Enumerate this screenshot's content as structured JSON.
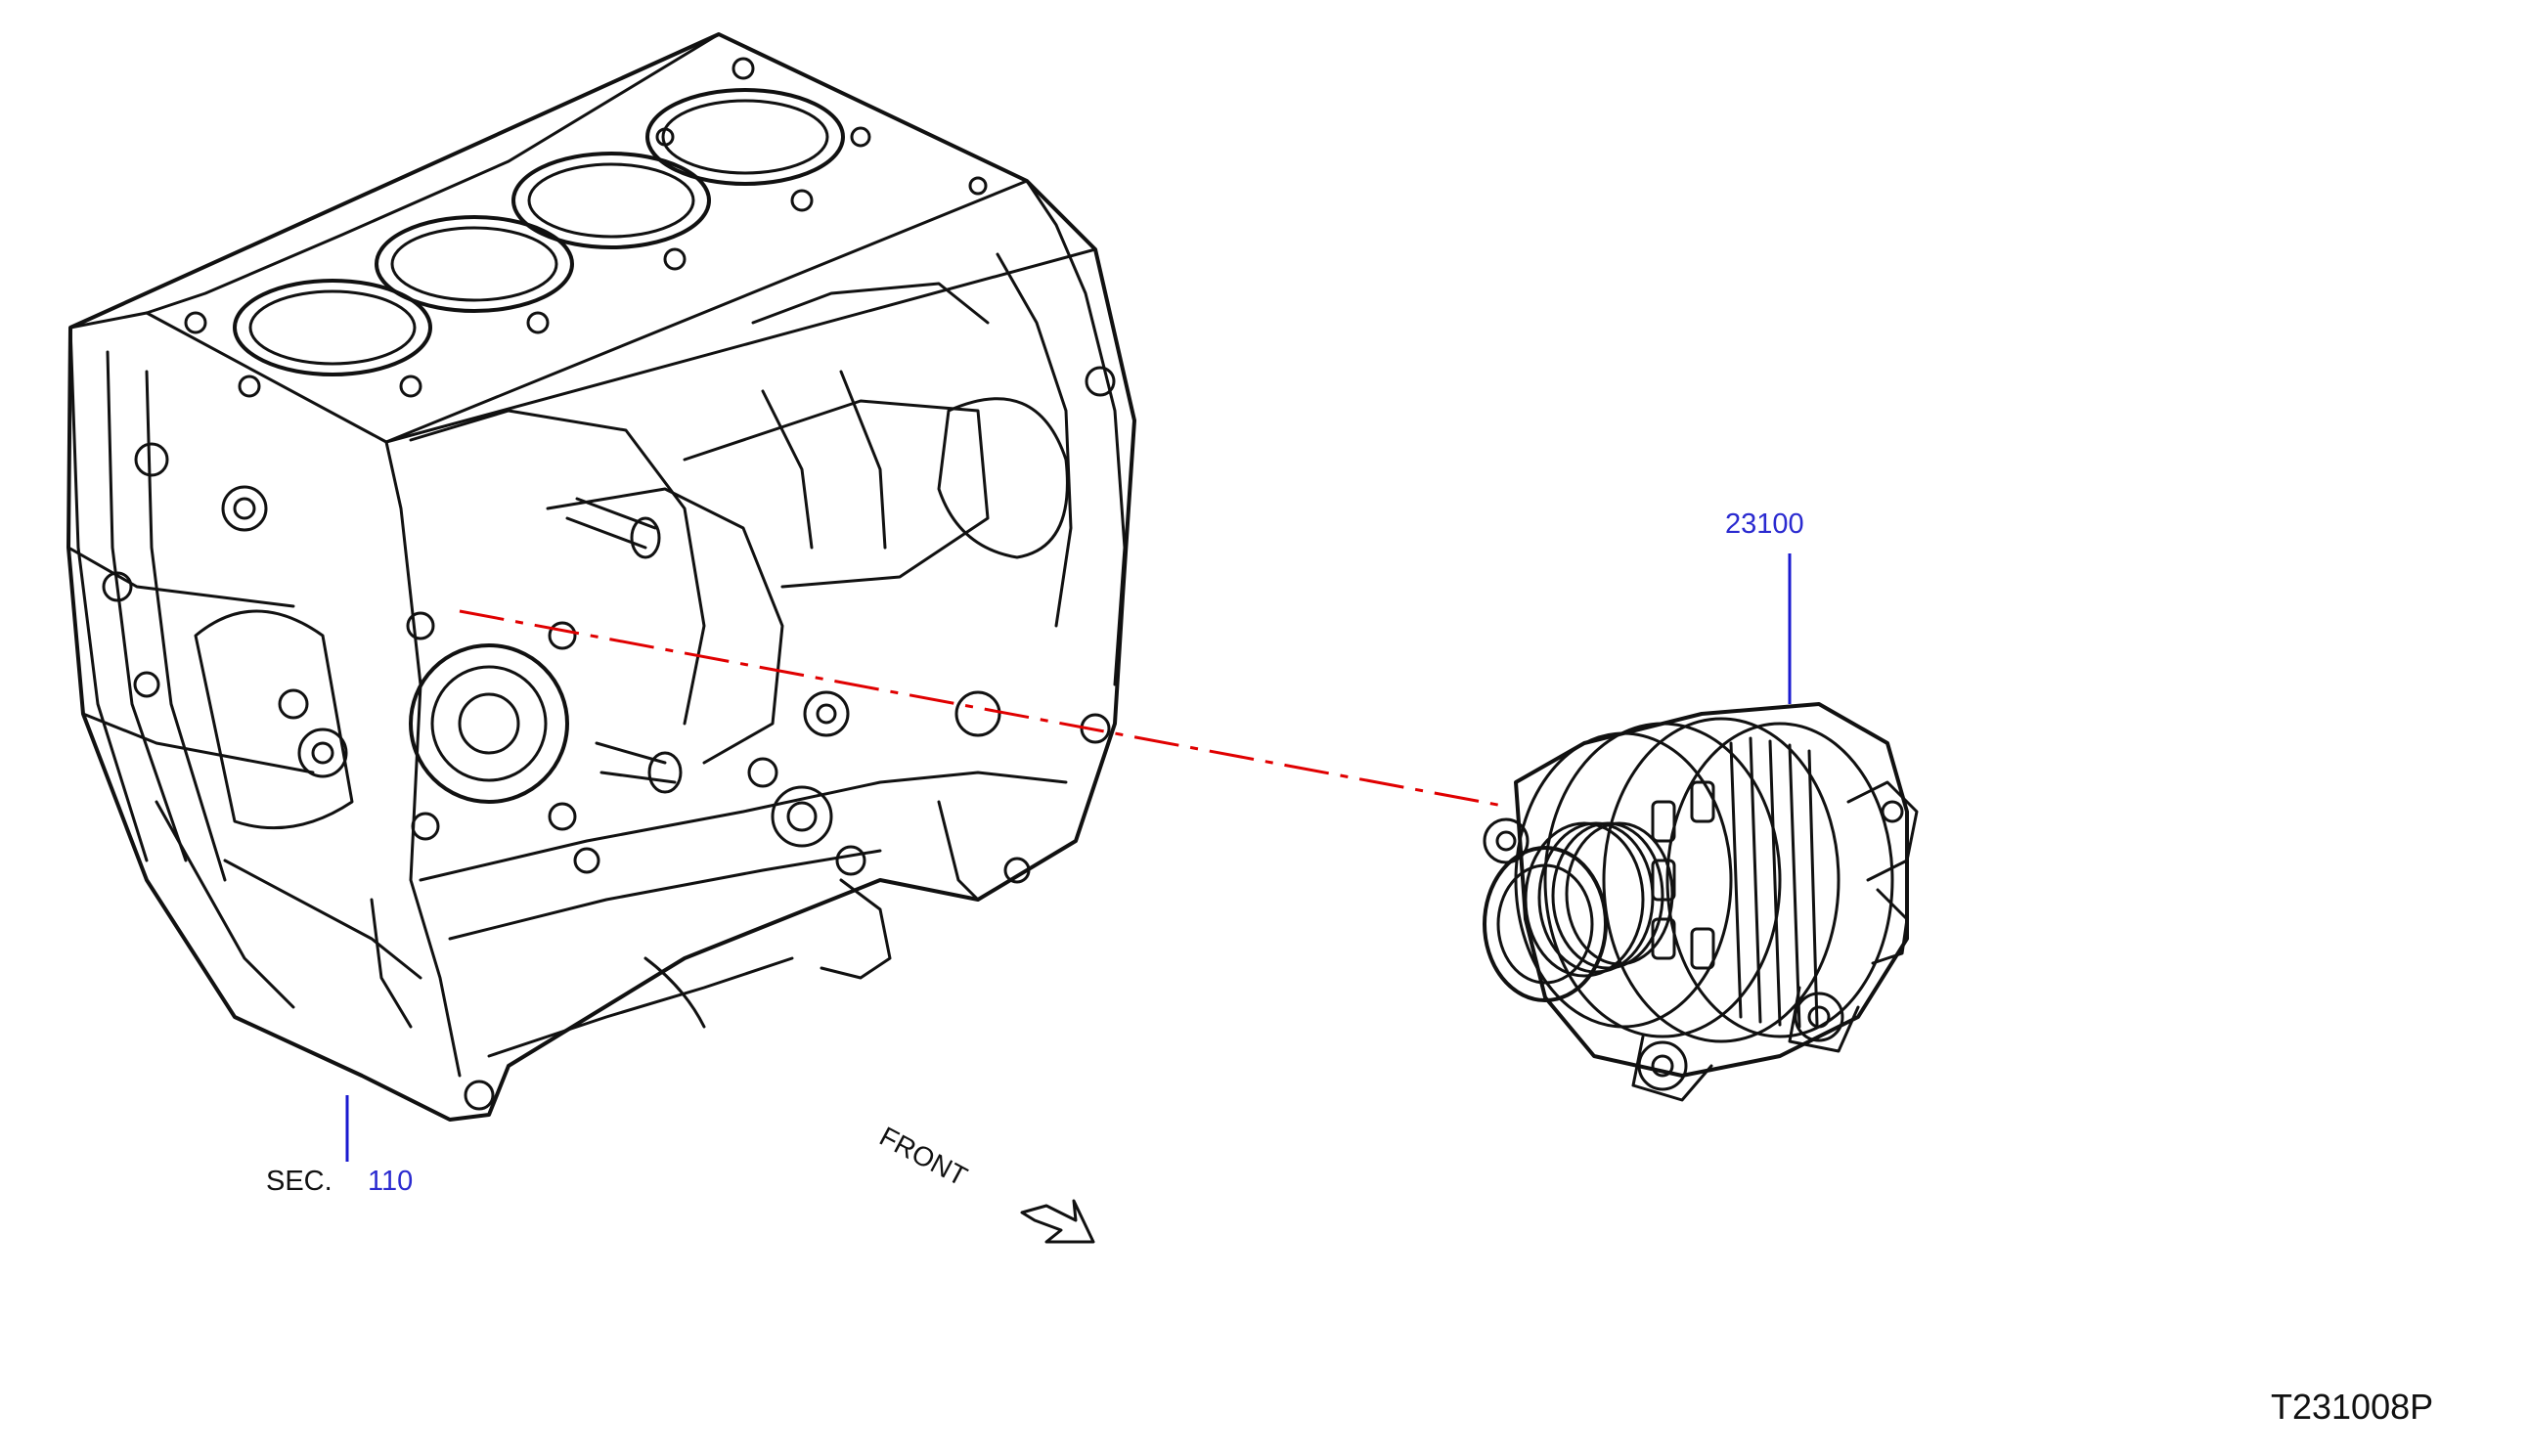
{
  "callouts": {
    "section_prefix": "SEC.",
    "section_number": "110",
    "alternator_part": "23100",
    "front": "FRONT",
    "figure_code": "T231008P"
  },
  "colors": {
    "line": "#111111",
    "callout_text": "#2a2ad0",
    "leader": "#1a1ad0",
    "centerline": "#e00000"
  }
}
